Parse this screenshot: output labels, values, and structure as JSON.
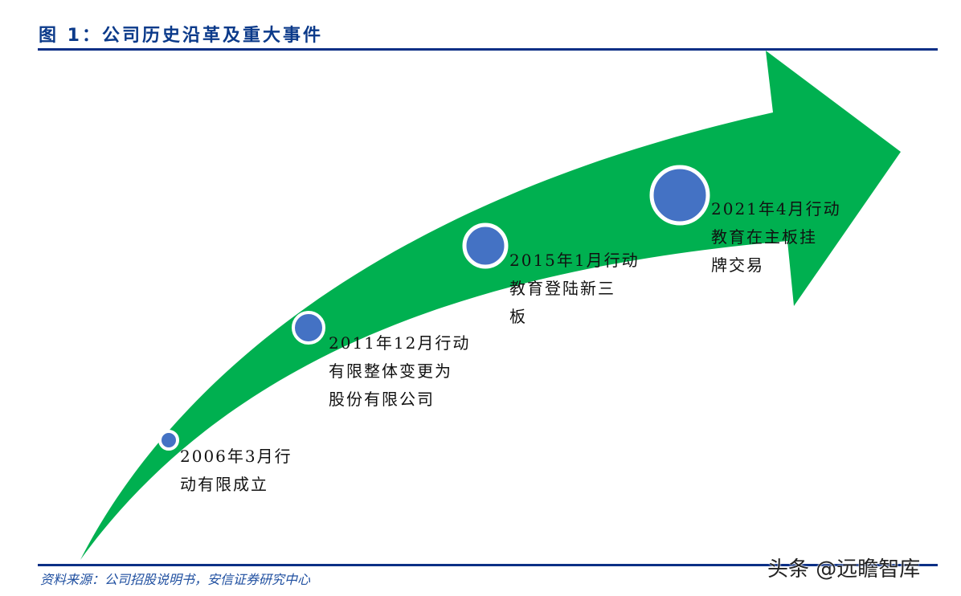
{
  "figure": {
    "title": "图 1：公司历史沿革及重大事件",
    "source": "资料来源：公司招股说明书，安信证券研究中心",
    "watermark": "头条 @远瞻智库"
  },
  "colors": {
    "title": "#0b3a8a",
    "rule": "#0b2f86",
    "arrow": "#00b050",
    "milestone_fill": "#4472c4",
    "milestone_stroke": "#ffffff",
    "source_text": "#1f4fa0"
  },
  "milestones": [
    {
      "year": "2006",
      "lines": [
        "2006年3月行",
        "动有限成立"
      ]
    },
    {
      "year": "2011",
      "lines": [
        "2011年12月行动",
        "有限整体变更为",
        "股份有限公司"
      ]
    },
    {
      "year": "2015",
      "lines": [
        "2015年1月行动",
        "教育登陆新三",
        "板"
      ]
    },
    {
      "year": "2021",
      "lines": [
        "2021年4月行动",
        "教育在主板挂",
        "牌交易"
      ]
    }
  ]
}
